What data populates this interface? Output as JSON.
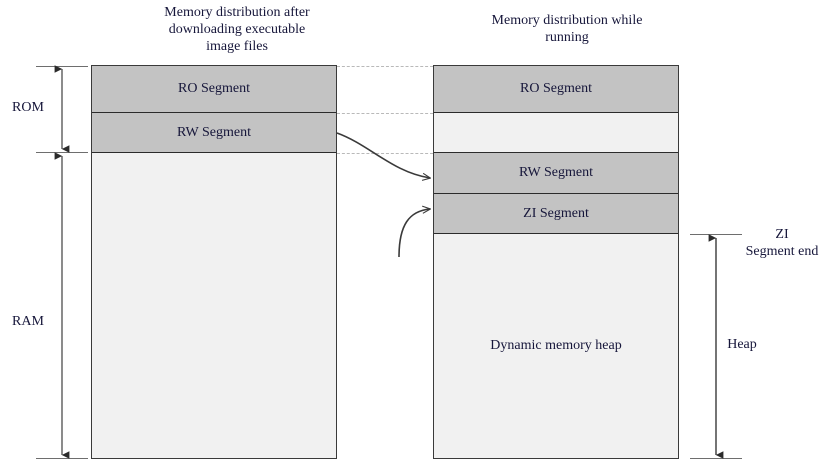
{
  "diagram": {
    "titles": {
      "left": "Memory distribution after\ndownloading executable\nimage files",
      "right": "Memory distribution while\nrunning"
    },
    "left_column": {
      "name": "after-download-memory-map",
      "segments": [
        {
          "label": "RO Segment",
          "style": "filled"
        },
        {
          "label": "RW Segment",
          "style": "filled"
        },
        {
          "label": "",
          "style": "empty"
        }
      ]
    },
    "right_column": {
      "name": "while-running-memory-map",
      "segments": [
        {
          "label": "RO Segment",
          "style": "filled"
        },
        {
          "label": "",
          "style": "gap"
        },
        {
          "label": "RW Segment",
          "style": "filled"
        },
        {
          "label": "ZI Segment",
          "style": "filled"
        },
        {
          "label": "Dynamic memory heap",
          "style": "empty"
        }
      ]
    },
    "left_brackets": [
      {
        "label": "ROM",
        "name": "rom-bracket"
      },
      {
        "label": "RAM",
        "name": "ram-bracket"
      }
    ],
    "right_brackets": [
      {
        "label": "ZI\nSegment end",
        "name": "zi-segment-end-label"
      },
      {
        "label": "Heap",
        "name": "heap-bracket"
      }
    ],
    "arrows": [
      {
        "name": "rw-relocation-arrow",
        "from": "RW Segment (image)",
        "to": "RW Segment (runtime)"
      },
      {
        "name": "zi-creation-arrow",
        "from": "",
        "to": "ZI Segment (runtime)"
      }
    ],
    "colors": {
      "segment_fill": "#c3c3c3",
      "empty_fill": "#f1f1f1",
      "border": "#2b2b2b",
      "dotted": "#b9b9b9",
      "text": "#16163a"
    }
  }
}
